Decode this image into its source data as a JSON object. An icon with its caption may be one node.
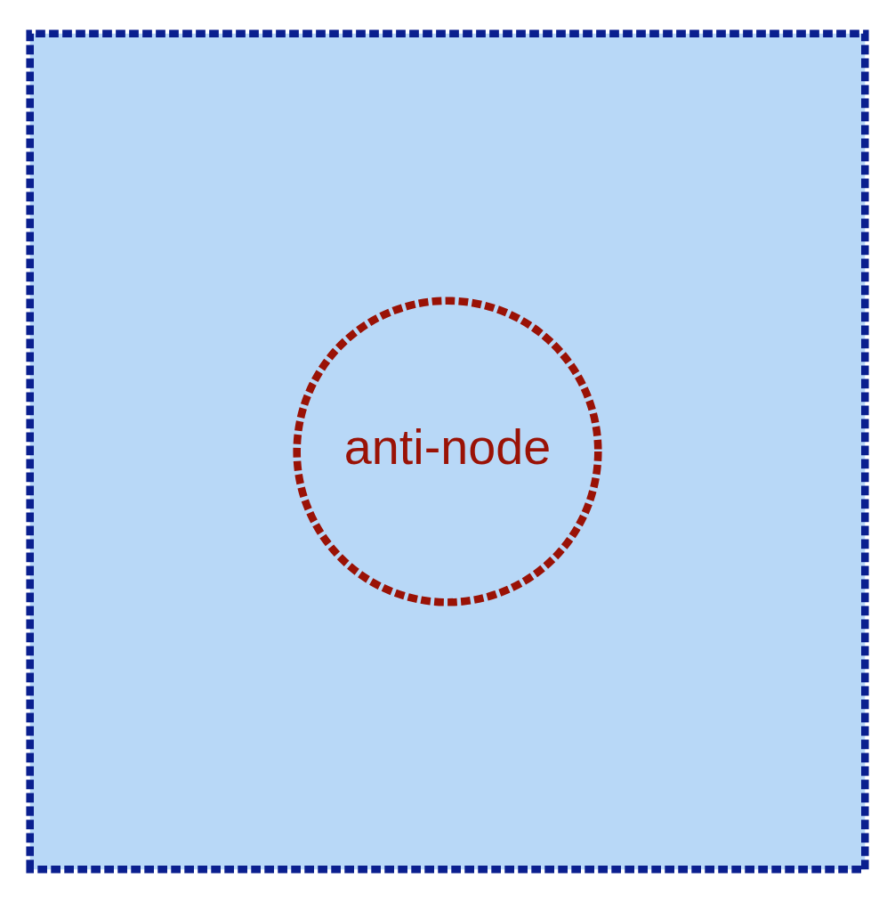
{
  "diagram": {
    "nodes": [
      {
        "text": [],
        "shape": "box"
      },
      {
        "text": [
          "anti-node"
        ],
        "in": 0
      }
    ]
  }
}
